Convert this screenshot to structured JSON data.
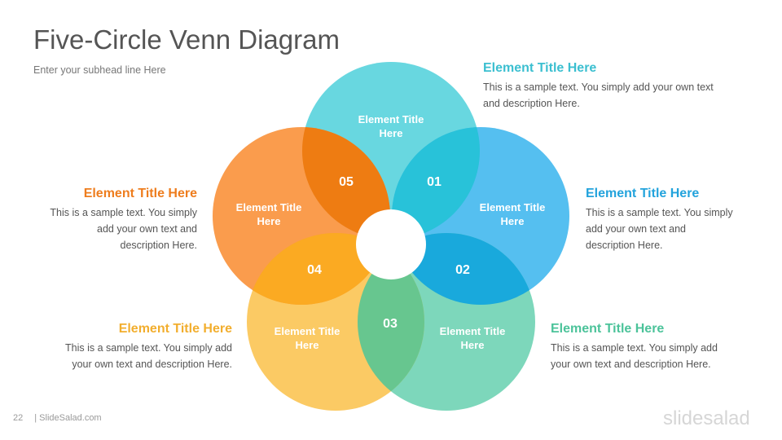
{
  "slide": {
    "title": "Five-Circle Venn Diagram",
    "subhead": "Enter your subhead  line Here",
    "page_number": "22",
    "footer_brand": "| SlideSalad.com",
    "logo_text": "slidesalad"
  },
  "colors": {
    "teal": "#58D3DD",
    "blue": "#42B8EE",
    "green": "#6FD3B4",
    "yellow": "#FBC453",
    "orange": "#F9913A",
    "title_teal": "#3BBFD0",
    "title_blue": "#23A3DC",
    "title_green": "#4CC39A",
    "title_yellow": "#F2AE2E",
    "title_orange": "#EE7D1E"
  },
  "diagram": {
    "circles": [
      {
        "label_line1": "Element Title",
        "label_line2": "Here"
      },
      {
        "label_line1": "Element Title",
        "label_line2": "Here"
      },
      {
        "label_line1": "Element Title",
        "label_line2": "Here"
      },
      {
        "label_line1": "Element Title",
        "label_line2": "Here"
      },
      {
        "label_line1": "Element Title",
        "label_line2": "Here"
      }
    ],
    "overlap_numbers": [
      "01",
      "02",
      "03",
      "04",
      "05"
    ]
  },
  "callouts": [
    {
      "title": "Element Title Here",
      "line1": "This is a sample text. You simply add your own text",
      "line2": "and description  Here."
    },
    {
      "title": "Element Title Here",
      "line1": "This is a sample text. You simply",
      "line2": "add your own text and",
      "line3": "description  Here."
    },
    {
      "title": "Element Title Here",
      "line1": "This is a sample text. You simply add",
      "line2": "your own text and description  Here."
    },
    {
      "title": "Element Title Here",
      "line1": "This is a sample text. You simply add",
      "line2": "your own text and description  Here."
    },
    {
      "title": "Element Title Here",
      "line1": "This is a sample text. You simply",
      "line2": "add your own text and",
      "line3": "description  Here."
    }
  ]
}
